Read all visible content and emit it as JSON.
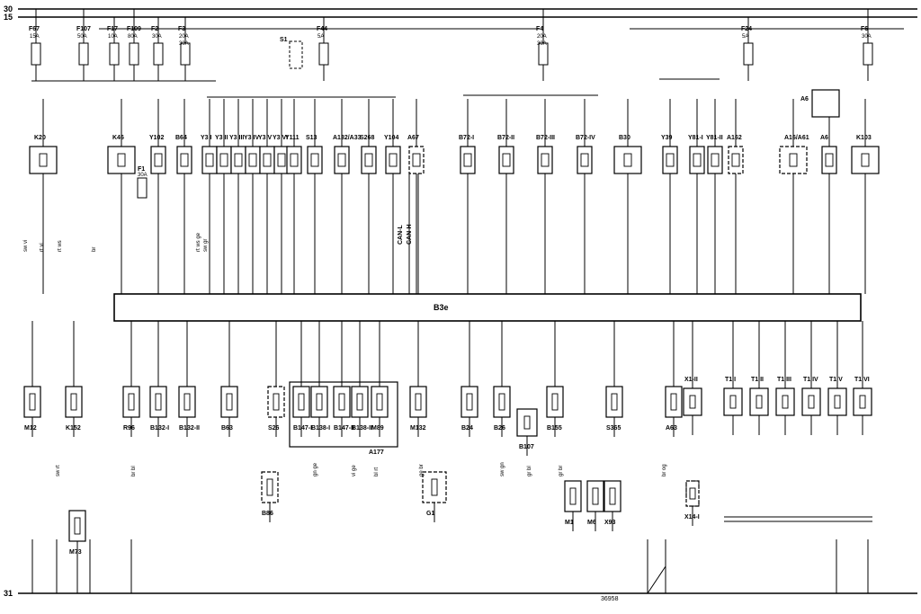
{
  "rails": {
    "top1": "30",
    "top2": "15",
    "bottom": "31"
  },
  "fuses": [
    {
      "id": "F67",
      "rating": "15A"
    },
    {
      "id": "F107",
      "rating": "50A"
    },
    {
      "id": "F17",
      "rating": "10A"
    },
    {
      "id": "F109",
      "rating": "80A"
    },
    {
      "id": "F2",
      "rating": "30A"
    },
    {
      "id": "F3",
      "rating": "20A\n30A"
    },
    {
      "id": "F44",
      "rating": "5A"
    },
    {
      "id": "F4",
      "rating": "20A\n30A"
    },
    {
      "id": "F24",
      "rating": "5A"
    },
    {
      "id": "F6",
      "rating": "30A"
    },
    {
      "id": "F1",
      "rating": "30A"
    }
  ],
  "top_components": [
    "K20",
    "K46",
    "Y102",
    "B64",
    "Y3 I",
    "Y3 II",
    "Y3 III",
    "Y3 IV",
    "Y3 V",
    "Y3 VI",
    "Y111",
    "S13",
    "A132/A33",
    "S268",
    "Y104",
    "A67",
    "B72-I",
    "B72-II",
    "B72-III",
    "B72-IV",
    "B30",
    "Y39",
    "Y81-I",
    "Y81-II",
    "A162",
    "A16/A61",
    "A6",
    "K103",
    "S1"
  ],
  "bottom_components": [
    "M12",
    "K152",
    "M73",
    "R96",
    "B132-I",
    "B132-II",
    "B63",
    "S26",
    "B86",
    "B147-I",
    "B138-I",
    "B147-II",
    "B138-II",
    "M89",
    "A177",
    "G1",
    "M132",
    "B24",
    "B26",
    "B107",
    "B155",
    "X93",
    "M1",
    "M6",
    "S365",
    "A63",
    "X14-I",
    "X1-II",
    "T1 I",
    "T1 II",
    "T1 III",
    "T1 IV",
    "T1 V",
    "T1 VI"
  ],
  "ecu": {
    "label": "B3e"
  },
  "can": [
    "CAN-L",
    "CAN-H"
  ],
  "wire_colors": [
    "sw vi",
    "rt ws",
    "br",
    "rt vi",
    "rt ws ge",
    "sw gr",
    "ge br",
    "bl rt",
    "gn ge",
    "br bl",
    "sw rt",
    "sw gn",
    "gr bl",
    "gr br",
    "br og",
    "vi ge"
  ],
  "drawing_number": "36958"
}
